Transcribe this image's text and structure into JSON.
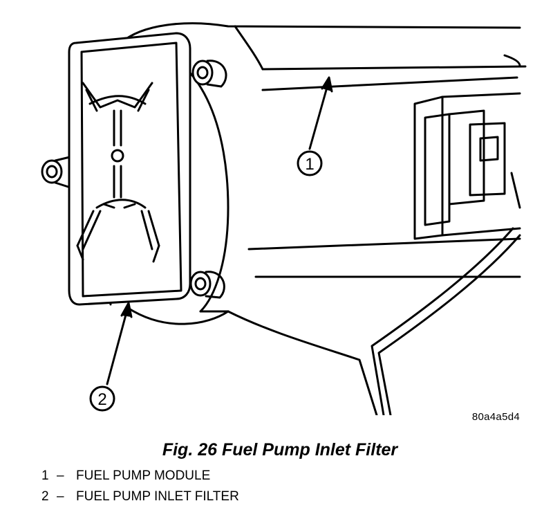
{
  "figure": {
    "illustration_id": "80a4a5d4",
    "caption": "Fig. 26 Fuel Pump Inlet Filter",
    "callouts": [
      {
        "number": "1",
        "label": "FUEL PUMP MODULE"
      },
      {
        "number": "2",
        "label": "FUEL PUMP INLET FILTER"
      }
    ],
    "dash": "–"
  },
  "colors": {
    "ink": "#000000",
    "paper": "#ffffff"
  }
}
